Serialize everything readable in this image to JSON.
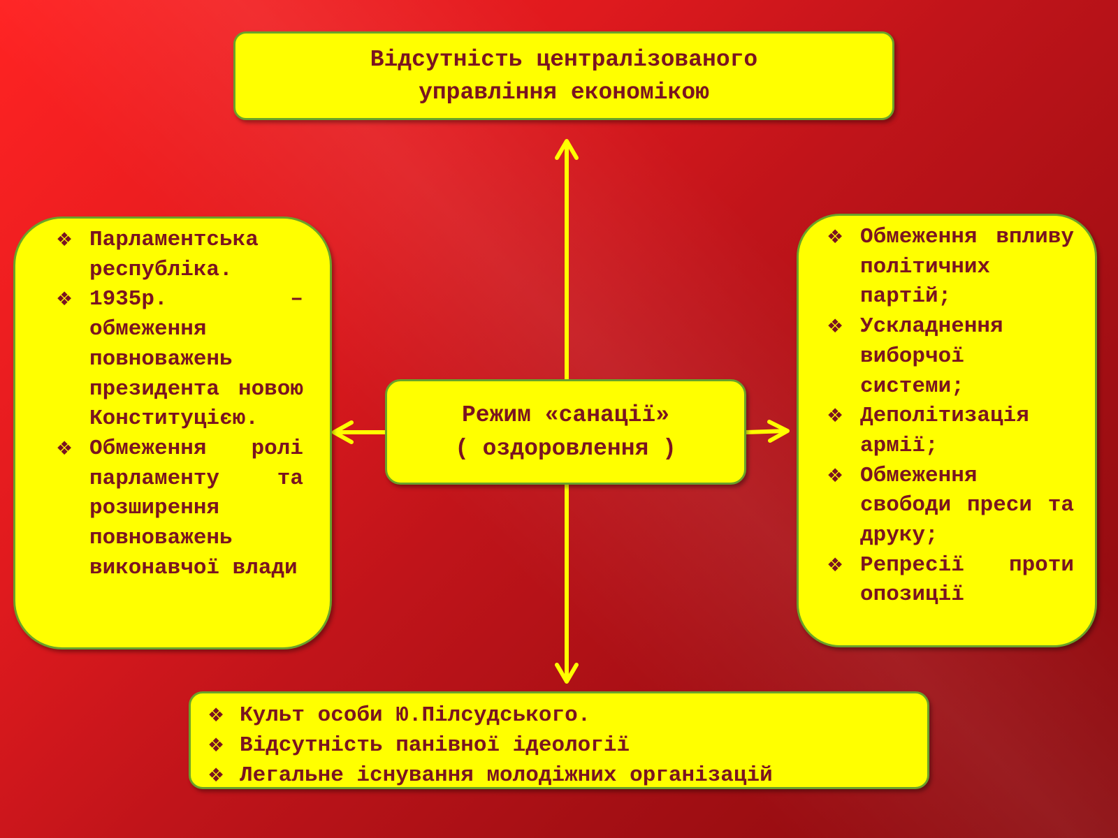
{
  "colors": {
    "background": "#c0141a",
    "box_fill": "#ffff00",
    "box_border": "#6aa22a",
    "text": "#7a1420",
    "arrow": "#ffff00"
  },
  "bullet_icon": "❖",
  "top_box": {
    "lines": [
      "Відсутність централізованого",
      "управління економікою"
    ]
  },
  "center_box": {
    "lines": [
      "Режим «санації»",
      "( оздоровлення )"
    ]
  },
  "left_box": {
    "items": [
      "Парламентська республіка.",
      "1935р. – обмеження повноважень президента новою Конституцією.",
      "Обмеження ролі парламенту та розширення повноважень виконавчої влади"
    ]
  },
  "right_box": {
    "items": [
      "Обмеження впливу політичних партій;",
      "Ускладнення виборчої системи;",
      "Деполітизація армії;",
      "Обмеження свободи преси та друку;",
      "Репресії проти опозиції"
    ]
  },
  "bottom_box": {
    "items": [
      "Культ особи Ю.Пілсудського.",
      "Відсутність панівної ідеології",
      "Легальне існування молодіжних організацій"
    ]
  }
}
